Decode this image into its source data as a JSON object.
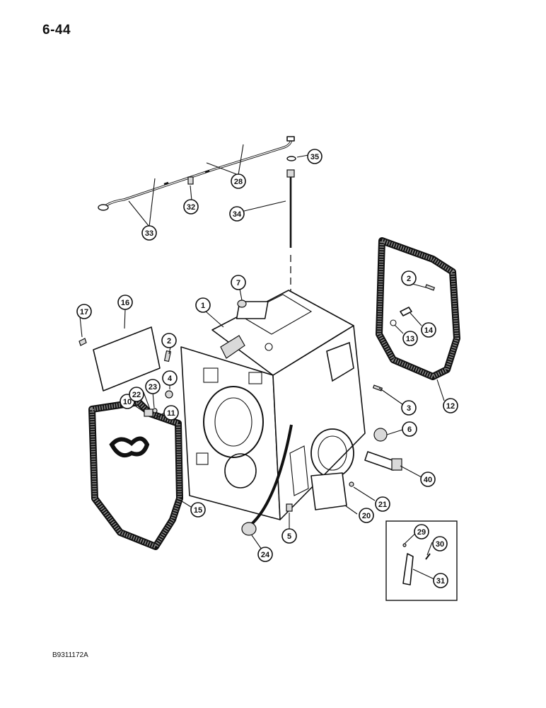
{
  "page_number": "6-44",
  "figure_id": "B9311172A",
  "callouts": [
    {
      "label": "1"
    },
    {
      "label": "2"
    },
    {
      "label": "2"
    },
    {
      "label": "3"
    },
    {
      "label": "4"
    },
    {
      "label": "5"
    },
    {
      "label": "6"
    },
    {
      "label": "7"
    },
    {
      "label": "10"
    },
    {
      "label": "11"
    },
    {
      "label": "12"
    },
    {
      "label": "13"
    },
    {
      "label": "14"
    },
    {
      "label": "15"
    },
    {
      "label": "16"
    },
    {
      "label": "17"
    },
    {
      "label": "20"
    },
    {
      "label": "21"
    },
    {
      "label": "22"
    },
    {
      "label": "23"
    },
    {
      "label": "24"
    },
    {
      "label": "28"
    },
    {
      "label": "29"
    },
    {
      "label": "30"
    },
    {
      "label": "31"
    },
    {
      "label": "32"
    },
    {
      "label": "33"
    },
    {
      "label": "34"
    },
    {
      "label": "35"
    },
    {
      "label": "40"
    }
  ]
}
